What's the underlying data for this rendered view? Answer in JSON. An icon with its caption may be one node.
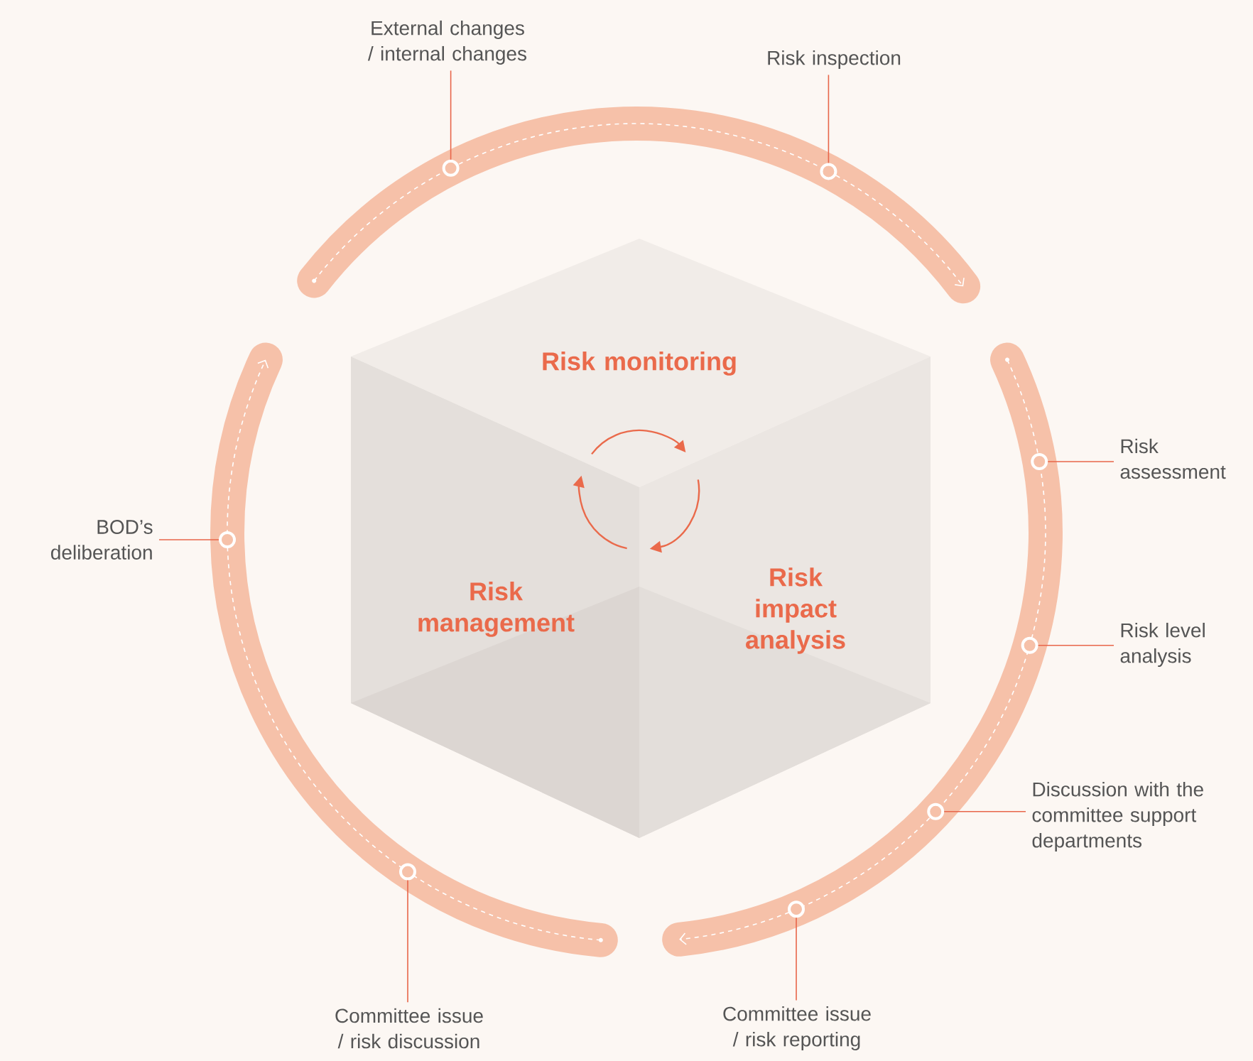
{
  "diagram": {
    "nodes": [
      {
        "text": [
          "Risk monitoring"
        ]
      },
      {
        "text": [
          "Risk management"
        ]
      },
      {
        "text": [
          "Risk impact analysis"
        ]
      },
      {
        "text": [
          "External changes / internal changes"
        ]
      },
      {
        "text": [
          "Risk inspection"
        ]
      },
      {
        "text": [
          "Risk assessment"
        ]
      },
      {
        "text": [
          "Risk level analysis"
        ]
      },
      {
        "text": [
          "Discussion with the committee support departments"
        ]
      },
      {
        "text": [
          "Committee issue / risk reporting"
        ]
      },
      {
        "text": [
          "Committee issue / risk discussion"
        ]
      },
      {
        "text": [
          "BOD’s deliberation"
        ]
      },
      {
        "text": [],
        "shape": "circle"
      },
      {
        "text": [],
        "shape": "circle"
      },
      {
        "text": [],
        "shape": "circle"
      },
      {
        "text": [],
        "shape": "circle"
      },
      {
        "text": [],
        "shape": "circle"
      },
      {
        "text": [],
        "shape": "circle"
      },
      {
        "text": [],
        "shape": "circle"
      },
      {
        "text": [],
        "shape": "circle"
      }
    ],
    "edges": [
      {
        "from": 3,
        "to": 11,
        "arrow": "none"
      },
      {
        "from": 4,
        "to": 12,
        "arrow": "none"
      },
      {
        "from": 5,
        "to": 13,
        "arrow": "none"
      },
      {
        "from": 6,
        "to": 14,
        "arrow": "none"
      },
      {
        "from": 7,
        "to": 15,
        "arrow": "none"
      },
      {
        "from": 8,
        "to": 16,
        "arrow": "none"
      },
      {
        "from": 9,
        "to": 17,
        "arrow": "none"
      },
      {
        "from": 10,
        "to": 18,
        "arrow": "none"
      }
    ]
  }
}
